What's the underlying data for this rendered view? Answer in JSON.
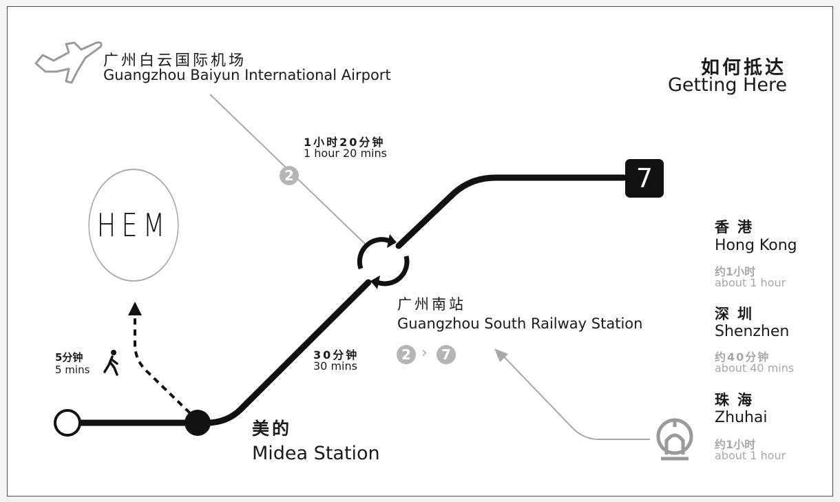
{
  "heading": {
    "zh": "如何抵达",
    "en": "Getting Here"
  },
  "airport": {
    "zh": "广州白云国际机场",
    "en": "Guangzhou Baiyun International Airport"
  },
  "airport_trip": {
    "zh": "1小时20分钟",
    "en": "1 hour 20 mins",
    "line": "2"
  },
  "logo": {
    "text": "HEM"
  },
  "metro_line": {
    "number": "7"
  },
  "south_station": {
    "zh": "广州南站",
    "en": "Guangzhou South Railway Station",
    "from_line": "2",
    "to_line": "7"
  },
  "midea_trip": {
    "zh": "30分钟",
    "en": "30 mins"
  },
  "walk": {
    "zh": "5分钟",
    "en": "5 mins"
  },
  "midea_station": {
    "zh": "美的",
    "en": "Midea Station"
  },
  "destinations": [
    {
      "zh": "香港",
      "en": "Hong Kong",
      "time_zh": "约1小时",
      "time_en": "about 1 hour"
    },
    {
      "zh": "深圳",
      "en": "Shenzhen",
      "time_zh": "约40分钟",
      "time_en": "about 40 mins"
    },
    {
      "zh": "珠海",
      "en": "Zhuhai",
      "time_zh": "约1小时",
      "time_en": "about 1 hour"
    }
  ],
  "icons": [
    "airplane-icon",
    "walking-person-icon",
    "railway-logo-icon",
    "transfer-arrows-icon"
  ],
  "colors": {
    "line": "#111111",
    "secondary": "#a8a8a8",
    "badge": "#b5b5b5"
  }
}
